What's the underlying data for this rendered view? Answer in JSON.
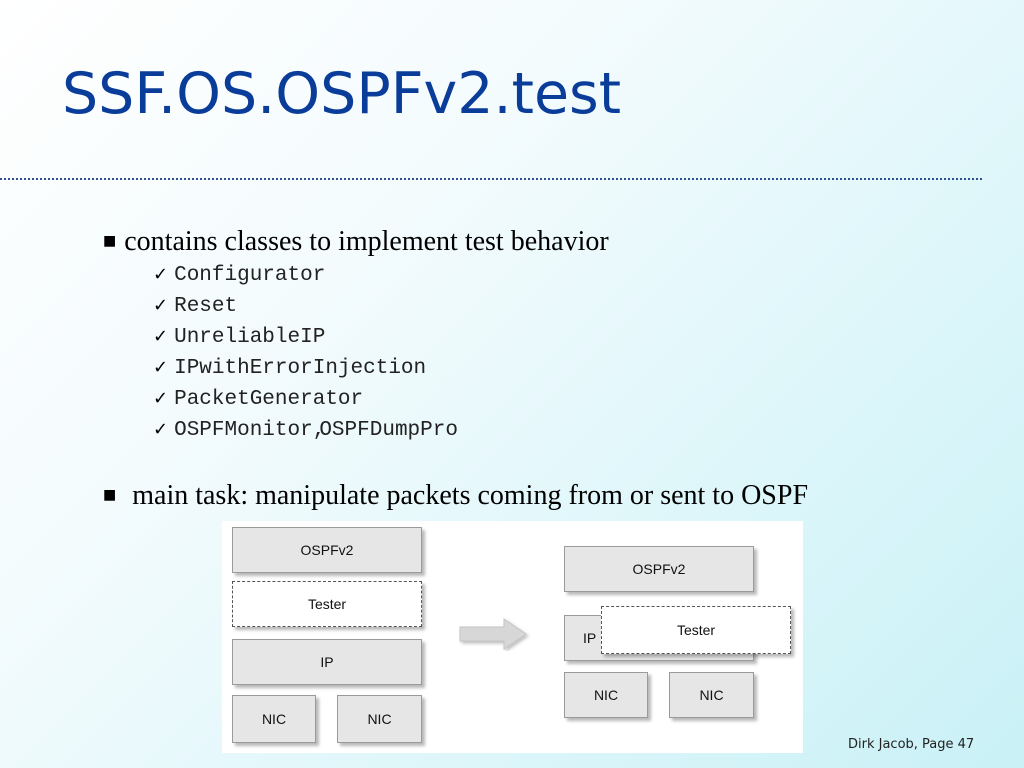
{
  "title": "SSF.OS.OSPFv2.test",
  "bullets": [
    {
      "text": "contains classes to implement test behavior",
      "items": [
        "Configurator",
        "Reset",
        "UnreliableIP",
        "IPwithErrorInjection",
        "PacketGenerator"
      ],
      "last_item": {
        "a": "OSPFMonitor",
        "sep": ",",
        "b": "OSPFDumpPro"
      }
    },
    {
      "text": "main task: manipulate packets coming from or sent to OSPF"
    }
  ],
  "diagram": {
    "left": {
      "ospf": "OSPFv2",
      "tester": "Tester",
      "ip": "IP",
      "nic1": "NIC",
      "nic2": "NIC"
    },
    "right": {
      "ospf": "OSPFv2",
      "ip": "IP",
      "tester": "Tester",
      "nic1": "NIC",
      "nic2": "NIC"
    }
  },
  "footer": "Dirk Jacob, Page 47",
  "colors": {
    "title": "#0a3d99",
    "rule": "#2f4f8f"
  }
}
